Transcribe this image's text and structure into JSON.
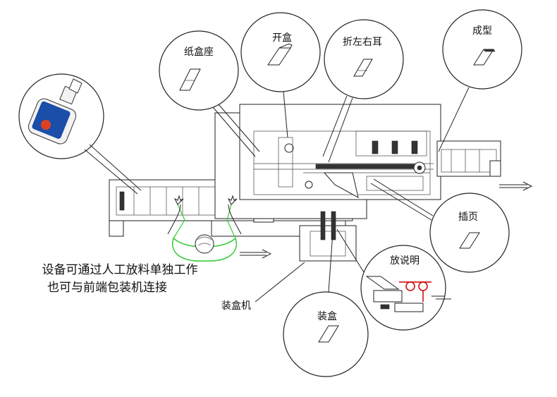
{
  "callouts": {
    "carton_seat": "纸盒座",
    "open_box": "开盒",
    "fold_ears": "折左右耳",
    "forming": "成型",
    "insert_sheet": "插页",
    "leaflet": "放说明",
    "box_loading": "装盒",
    "machine": "装盒机"
  },
  "notes": {
    "line1": "设备可通过人工放料单独工作",
    "line2": "也可与前端包装机连接"
  },
  "colors": {
    "operator_outline": "#33cc33",
    "leaflet_feed": "#cc0000",
    "bottle_blue": "#1a4ea8"
  }
}
